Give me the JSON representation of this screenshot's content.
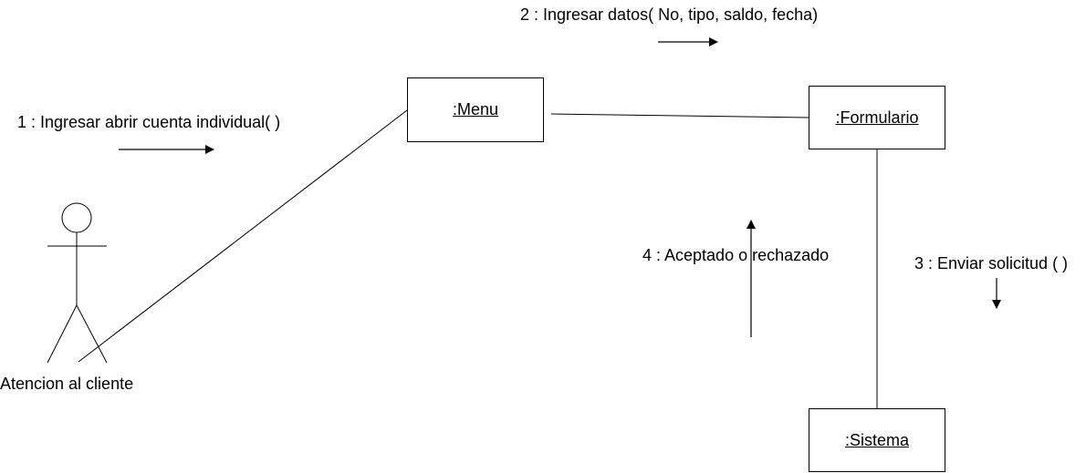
{
  "objects": {
    "menu": ":Menu",
    "formulario": ":Formulario",
    "sistema": ":Sistema"
  },
  "actor": {
    "label": "Atencion al cliente"
  },
  "messages": {
    "m1": "1 : Ingresar abrir cuenta individual( )",
    "m2": "2 : Ingresar datos( No, tipo, saldo, fecha)",
    "m3": "3 : Enviar solicitud ( )",
    "m4": "4 : Aceptado o rechazado"
  }
}
